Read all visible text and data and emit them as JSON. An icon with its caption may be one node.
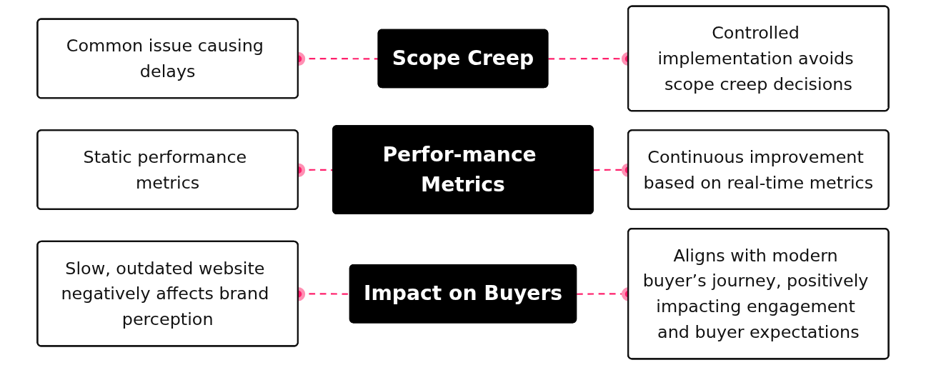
{
  "diagram": {
    "nodes": [
      {
        "text": [
          "Common issue causing delays"
        ]
      },
      {
        "text": [
          "Scope Creep"
        ]
      },
      {
        "text": [
          "Controlled implementation avoids scope creep decisions"
        ]
      },
      {
        "text": [
          "Static performance metrics"
        ]
      },
      {
        "text": [
          "Perfor-mance Metrics"
        ]
      },
      {
        "text": [
          "Continuous improvement based on real-time metrics"
        ]
      },
      {
        "text": [
          "Slow, outdated website negatively affects brand perception"
        ]
      },
      {
        "text": [
          "Impact on Buyers"
        ]
      },
      {
        "text": [
          "Aligns with modern buyer’s journey, positively impacting engagement and buyer expectations"
        ]
      }
    ],
    "edges": [
      {
        "from": 1,
        "to": 0,
        "arrow": "other",
        "style": "dashed"
      },
      {
        "from": 1,
        "to": 2,
        "arrow": "other",
        "style": "dashed"
      },
      {
        "from": 4,
        "to": 3,
        "arrow": "other",
        "style": "dashed"
      },
      {
        "from": 4,
        "to": 5,
        "arrow": "other",
        "style": "dashed"
      },
      {
        "from": 7,
        "to": 6,
        "arrow": "other",
        "style": "dashed"
      },
      {
        "from": 7,
        "to": 8,
        "arrow": "other",
        "style": "dashed"
      }
    ]
  }
}
